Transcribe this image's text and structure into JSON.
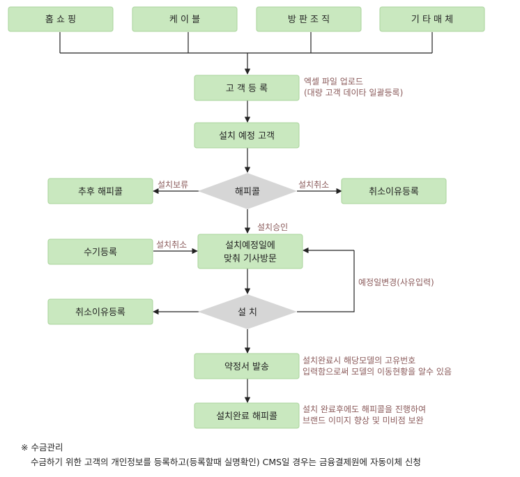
{
  "sources": [
    "홈 쇼 핑",
    "케 이 블",
    "방 판 조 직",
    "기 타 매 체"
  ],
  "steps": {
    "register": "고 객 등 록",
    "scheduled": "설치 예정 고객",
    "happycall": "해피콜",
    "later_call": "추후 해피콜",
    "cancel_reason_1": "취소이유등록",
    "manual_register": "수기등록",
    "visit_line1": "설치예정일에",
    "visit_line2": "맞춰 기사방문",
    "install": "설 치",
    "cancel_reason_2": "취소이유등록",
    "contract": "약정서 발송",
    "final_call": "설치완료 해피콜"
  },
  "labels": {
    "upload_line1": "엑셀 파일 업로드",
    "upload_line2": "(대량 고객 데이타 일괄등록)",
    "hold": "설치보류",
    "cancel_right": "설치취소",
    "approve": "설치승인",
    "cancel_left": "설치취소",
    "date_change": "예정일변경(사유입력)",
    "serial_line1": "설치완료시 해당모델의 고유번호",
    "serial_line2": "입력함으로써 모델의 이동현황을 알수 있음",
    "after_line1": "설치 완료후에도 해피콜을 진행하여",
    "after_line2": "브랜드 이미지 향상 및 미비점 보완"
  },
  "note": {
    "title": "※ 수금관리",
    "body": "수금하기 위한 고객의 개인정보를 등록하고(등록할때 실명확인) CMS일 경우는 금융결제원에 자동이체 신청"
  },
  "colors": {
    "box_fill": "#c9e8bf",
    "box_stroke": "#a9d39b",
    "diamond_fill": "#d6d6d6",
    "line": "#222222",
    "label": "#8a5a5a"
  }
}
